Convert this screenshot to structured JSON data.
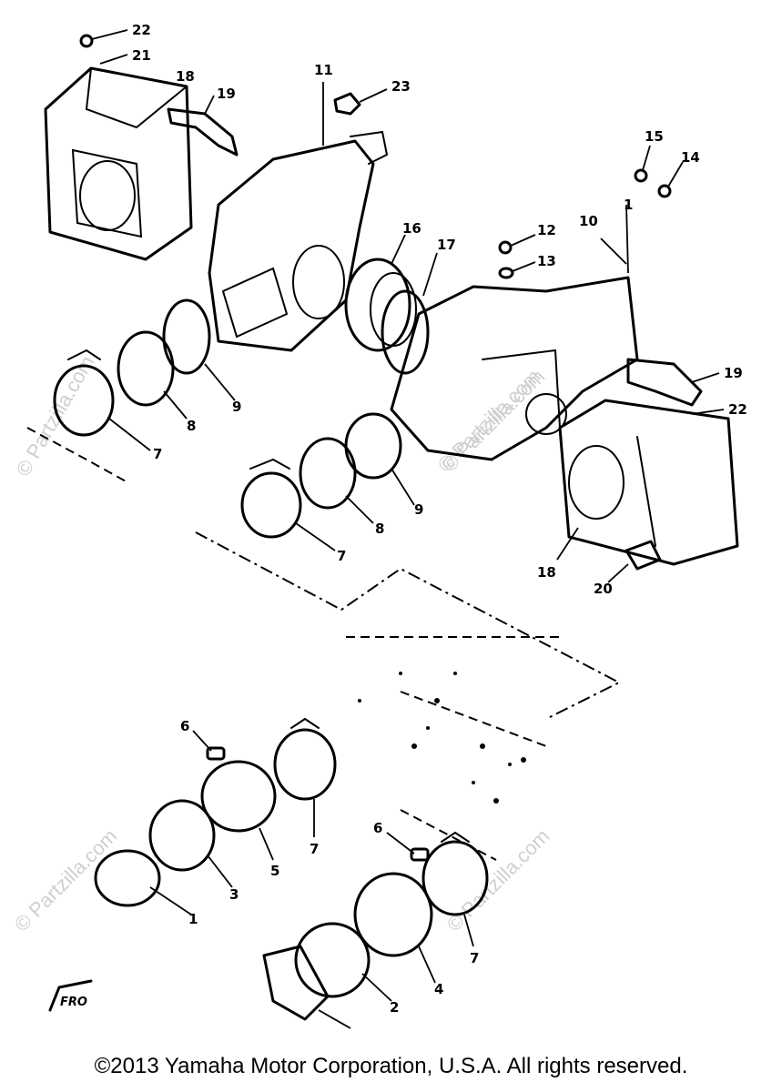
{
  "callouts": {
    "c1a": "1",
    "c1b": "1",
    "c2": "2",
    "c3": "3",
    "c4": "4",
    "c5": "5",
    "c6a": "6",
    "c6b": "6",
    "c7a": "7",
    "c7b": "7",
    "c7c": "7",
    "c7d": "7",
    "c8a": "8",
    "c8b": "8",
    "c9a": "9",
    "c9b": "9",
    "c10": "10",
    "c11": "11",
    "c12": "12",
    "c13": "13",
    "c14": "14",
    "c15": "15",
    "c16": "16",
    "c17": "17",
    "c18a": "18",
    "c18b": "18",
    "c19a": "19",
    "c19b": "19",
    "c20": "20",
    "c21": "21",
    "c22a": "22",
    "c22b": "22",
    "c23": "23"
  },
  "front_mark": "FRO",
  "watermark": "© Partzilla.com",
  "copyright": "©2013  Yamaha Motor Corporation, U.S.A. All rights reserved."
}
